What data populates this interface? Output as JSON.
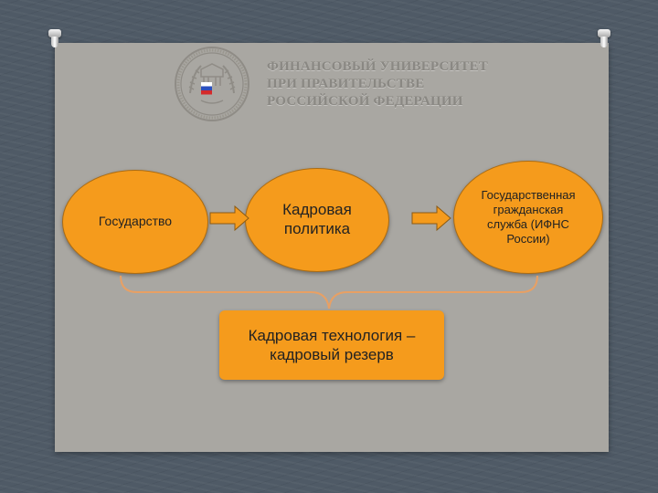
{
  "logo": {
    "lines": [
      "ФИНАНСОВЫЙ УНИВЕРСИТЕТ",
      "ПРИ ПРАВИТЕЛЬСТВЕ",
      "РОССИЙСКОЙ ФЕДЕРАЦИИ"
    ]
  },
  "nodes": {
    "state": "Государство",
    "policy": "Кадровая политика",
    "service": "Государственная гражданская служба (ИФНС России)",
    "technology": "Кадровая технология – кадровый резерв"
  },
  "colors": {
    "node_fill": "#f59b1c",
    "panel": "#a9a7a2",
    "background": "#4f5a66",
    "connector": "#e8a064"
  }
}
